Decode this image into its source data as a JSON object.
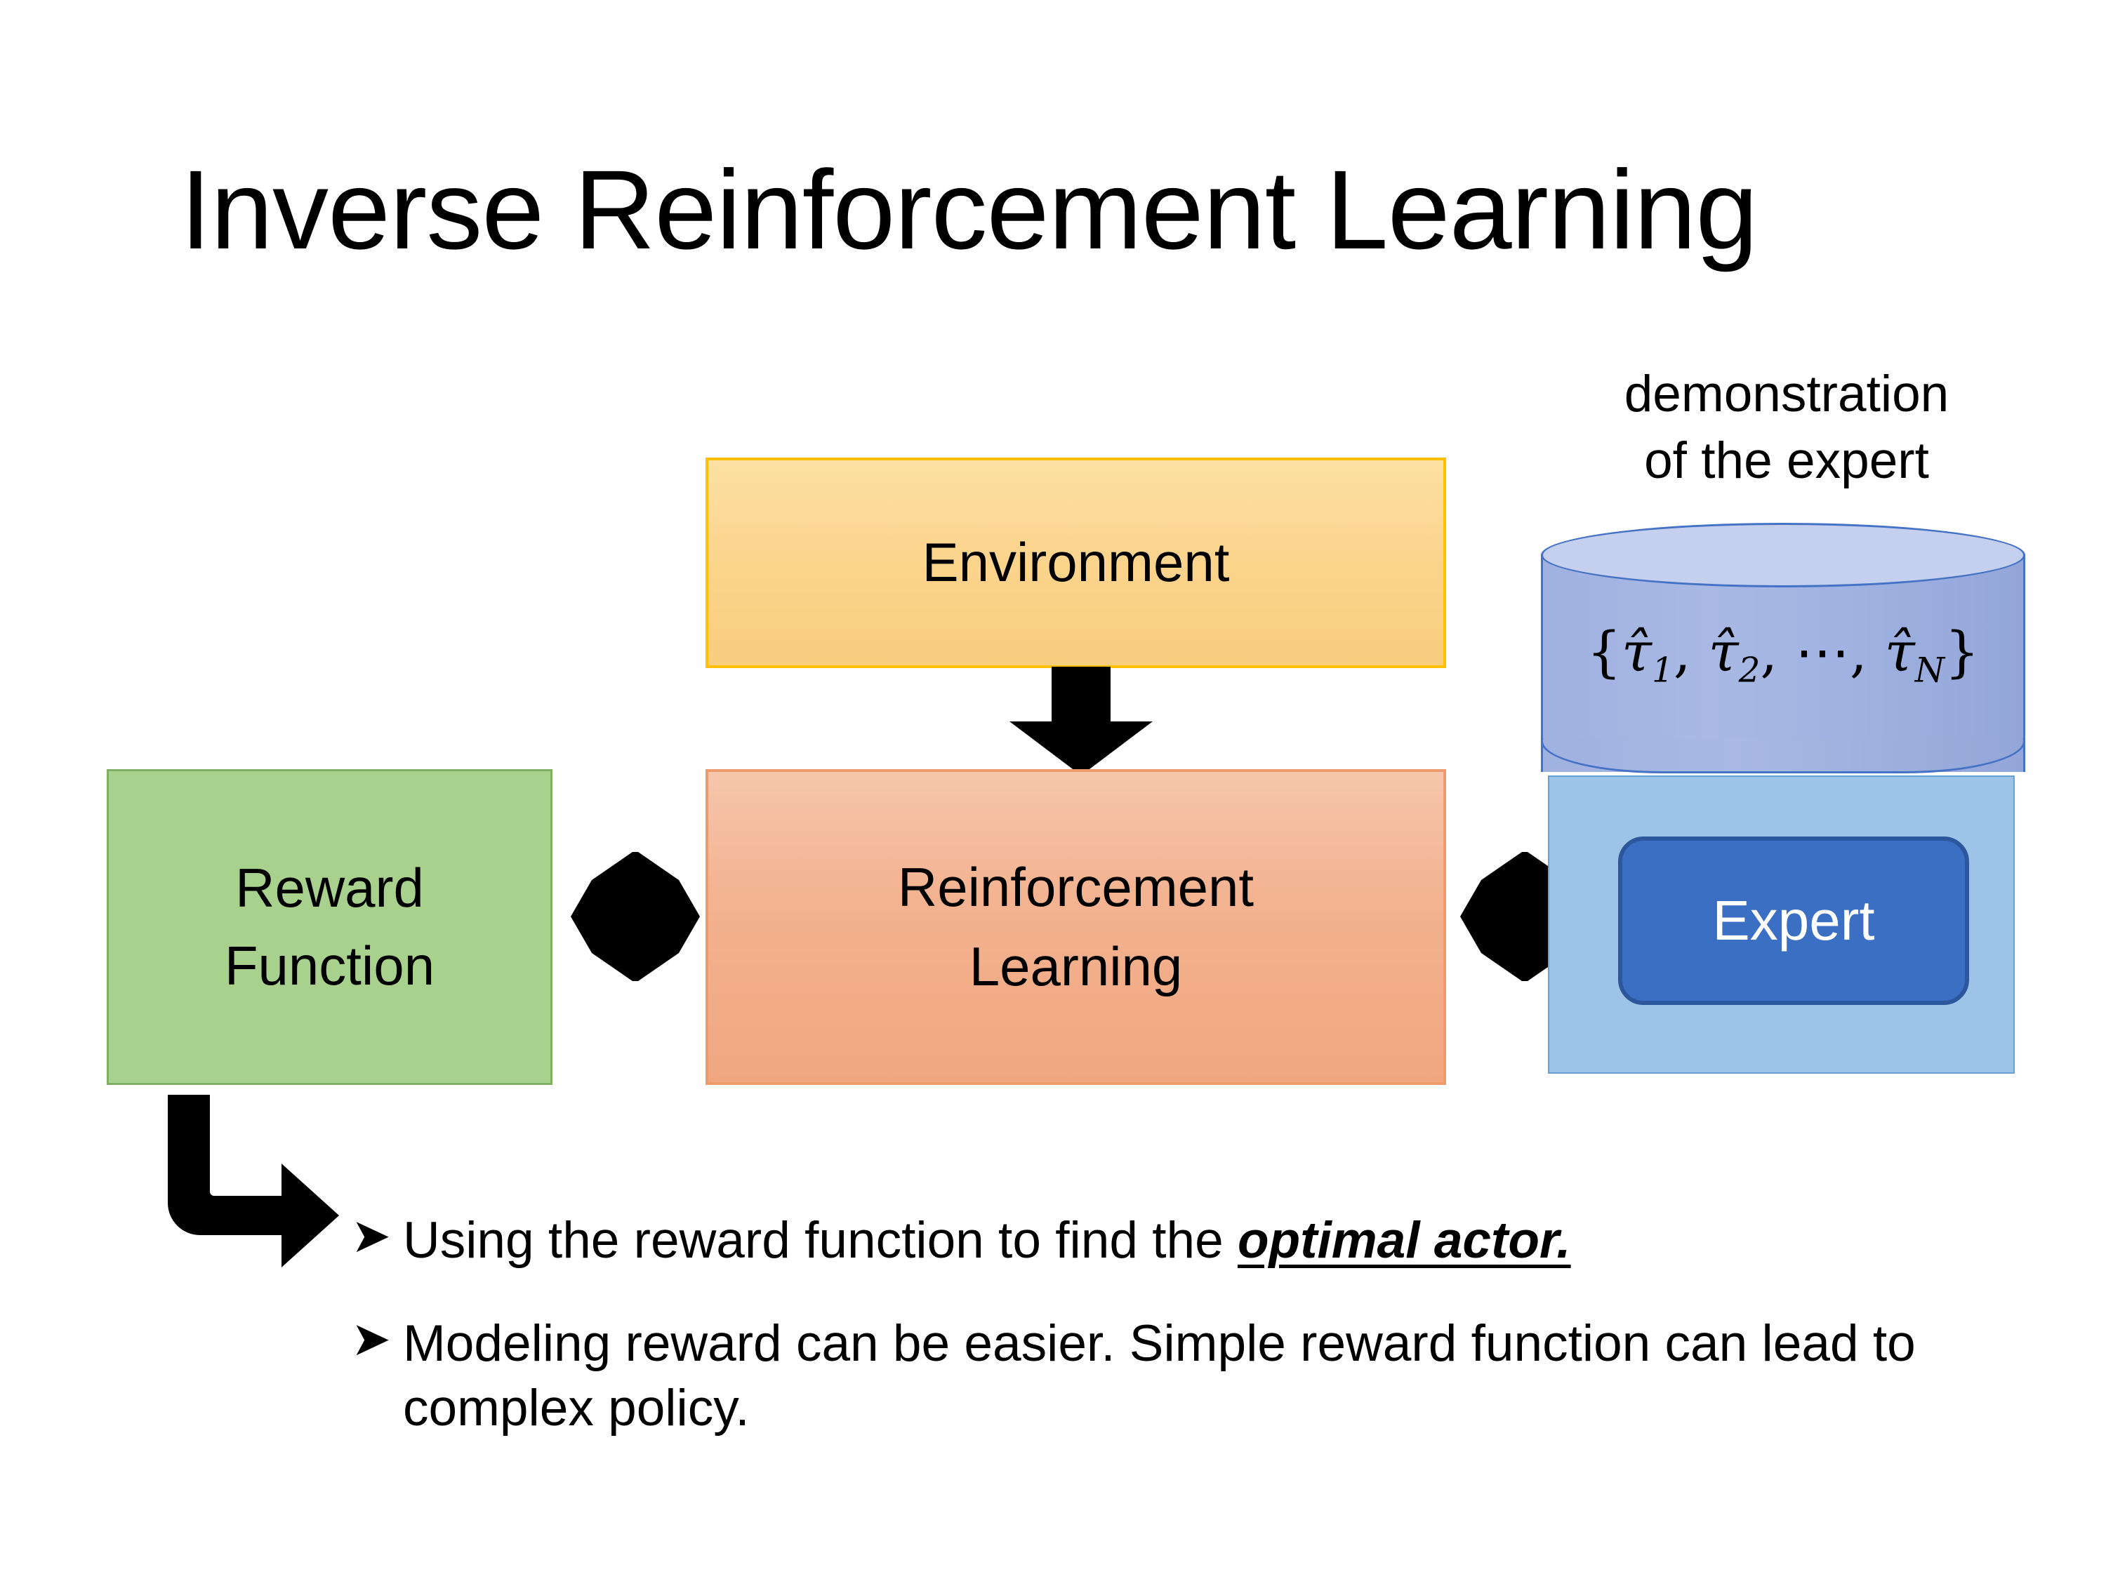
{
  "slide": {
    "title": "Inverse Reinforcement Learning",
    "background_color": "#ffffff"
  },
  "diagram": {
    "environment": {
      "label": "Environment",
      "fill_color": "#fbd38a",
      "border_color": "#ffc000"
    },
    "reward_function": {
      "label_line1": "Reward",
      "label_line2": "Function",
      "fill_color": "#a9d18e",
      "border_color": "#7faf62"
    },
    "reinforcement_learning": {
      "label_line1": "Reinforcement",
      "label_line2": "Learning",
      "fill_color": "#f3b391",
      "border_color": "#ed9a6d"
    },
    "expert_panel": {
      "fill_color": "#9dc3e6",
      "border_color": "#6a9fd4",
      "expert_label": "Expert",
      "expert_fill_color": "#3a6fc4",
      "expert_border_color": "#2d579c",
      "expert_text_color": "#ffffff"
    },
    "demonstration": {
      "caption_line1": "demonstration",
      "caption_line2": "of the expert",
      "set_open": "{",
      "tau1": "τ̂",
      "tau1_sub": "1",
      "comma1": ", ",
      "tau2": "τ̂",
      "tau2_sub": "2",
      "comma2": ", ",
      "ellipsis": "⋯",
      "comma3": ", ",
      "tauN": "τ̂",
      "tauN_sub": "N",
      "set_close": "}",
      "cylinder_fill_color": "#a9b9e4",
      "cylinder_top_color": "#c5d0ee",
      "cylinder_border_color": "#4472c4"
    },
    "arrows": {
      "env_to_rl": "down-arrow",
      "reward_rl": "quad-arrow",
      "rl_expert": "quad-arrow",
      "reward_to_bullets": "bent-arrow",
      "color": "#000000"
    }
  },
  "bullets": [
    {
      "marker": "➤",
      "text_before": "Using the reward function to find the ",
      "emphasis": "optimal actor.",
      "text_after": ""
    },
    {
      "marker": "➤",
      "text_before": "Modeling reward can be easier. Simple reward function can lead to complex policy.",
      "emphasis": "",
      "text_after": ""
    }
  ]
}
